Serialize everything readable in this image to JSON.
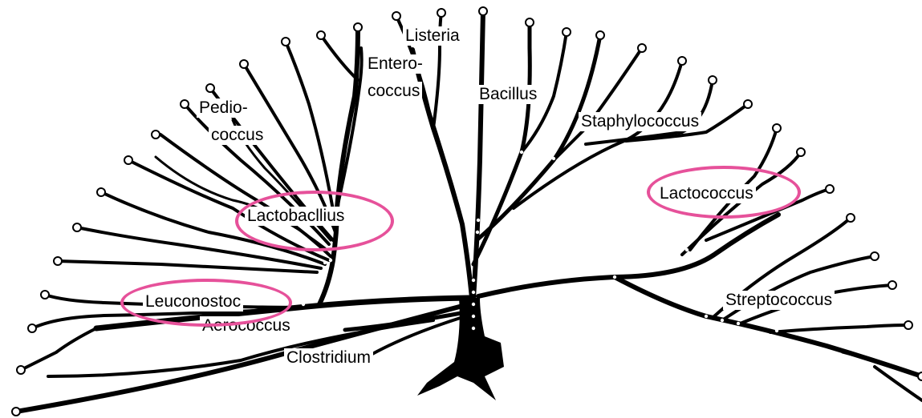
{
  "colors": {
    "branch": "#000000",
    "highlight_ring": "#e6519a",
    "background": "#ffffff"
  },
  "labels": {
    "listeria": "Listeria",
    "enterococcus_1": "Entero-",
    "enterococcus_2": "coccus",
    "bacillus": "Bacillus",
    "staphylococcus": "Staphylococcus",
    "pediococcus_1": "Pedio-",
    "pediococcus_2": "coccus",
    "lactobacillus": "Lactobacllius",
    "lactococcus": "Lactococcus",
    "leuconostoc": "Leuconostoc",
    "aerococcus": "Aerococcus",
    "clostridium": "Clostridium",
    "streptococcus": "Streptococcus"
  },
  "highlighted": [
    "Lactobacllius",
    "Lactococcus",
    "Leuconostoc"
  ]
}
